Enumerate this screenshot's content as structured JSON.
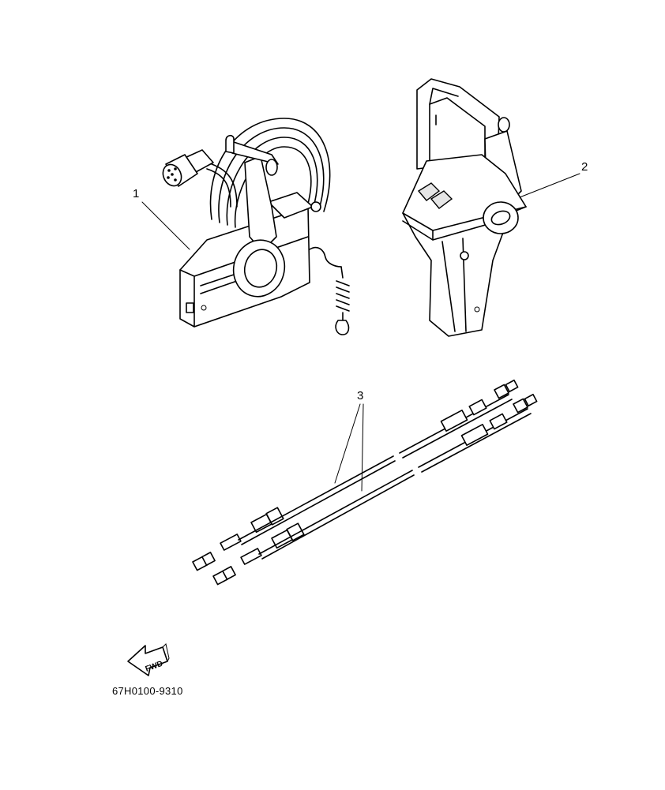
{
  "callouts": [
    "1",
    "2",
    "3"
  ],
  "part_code": "67H0100-9310",
  "arrow": {
    "label": "FWD",
    "icon": "forward-arrow-icon"
  }
}
